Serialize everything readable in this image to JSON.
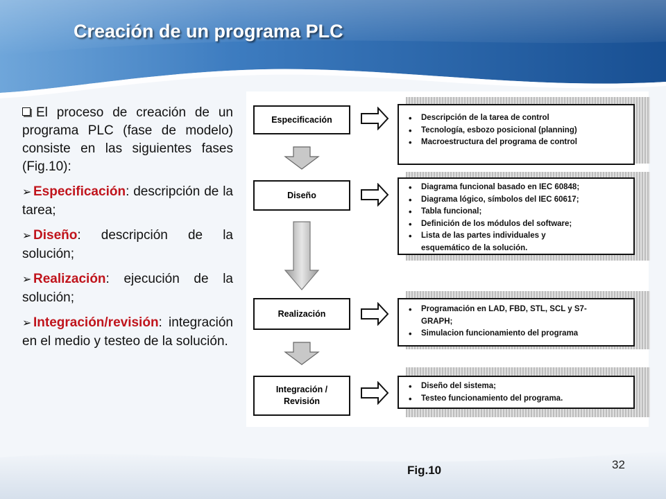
{
  "slide": {
    "title": "Creación de un programa PLC",
    "intro": "El proceso de creación de un programa PLC (fase de modelo) consiste en las siguientes fases (Fig.10):",
    "phases": [
      {
        "name": "Especificación",
        "sep": ":",
        "desc": " descripción de la tarea;"
      },
      {
        "name": "Diseño",
        "sep": ":",
        "desc": " descripción de la solución;"
      },
      {
        "name": "Realización",
        "sep": ":",
        "desc": " ejecución de la solución;"
      },
      {
        "name": "Integración/revisión",
        "sep": ":",
        "desc": " integración en el medio y testeo de la solución."
      }
    ],
    "figure_caption": "Fig.10",
    "page_number": "32"
  },
  "figure": {
    "stages": [
      {
        "label": "Especificación",
        "items": [
          "Descripción de la tarea de control",
          "Tecnología, esbozo posicional (planning)",
          "Macroestructura del programa de control"
        ]
      },
      {
        "label": "Diseño",
        "items": [
          "Diagrama funcional basado en IEC 60848;",
          "Diagrama lógico, símbolos del IEC 60617;",
          "Tabla funcional;",
          "Definición de los módulos del software;",
          "Lista de las partes individuales y esquemático de la solución."
        ]
      },
      {
        "label": "Realización",
        "items": [
          "Programación en LAD, FBD, STL, SCL y S7-GRAPH;",
          "Simulacion funcionamiento del programa"
        ]
      },
      {
        "label": "Integración / Revisión",
        "items": [
          "Diseño del sistema;",
          "Testeo funcionamiento del programa."
        ]
      }
    ]
  },
  "colors": {
    "header_blue": "#1e5a9c",
    "header_light": "#6aa3d8",
    "highlight_red": "#c0141c"
  },
  "icons": [
    "checkbox-bullet-icon",
    "arrow-bullet-icon",
    "right-arrow-icon",
    "down-arrow-icon"
  ]
}
